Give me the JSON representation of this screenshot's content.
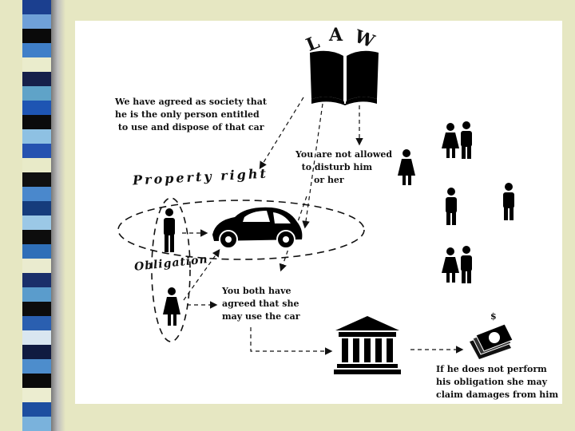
{
  "stripe_colors": [
    "#1b3f8f",
    "#6fa0d8",
    "#0a0a0a",
    "#3f7fc8",
    "#eaeccc",
    "#16204a",
    "#5fa3c8",
    "#1e55b3",
    "#0b0b0b",
    "#8ec1e3",
    "#2552b0",
    "#e8eac8",
    "#101010",
    "#4a88cc",
    "#163c7c",
    "#9bc8e6",
    "#0d0d0d",
    "#2f6fb8",
    "#eaebcf",
    "#1a2f6a",
    "#5a9ccc",
    "#0c0c0c",
    "#2a5fb0",
    "#d9e6f0",
    "#101a40",
    "#4d8dcc",
    "#0a0a0a",
    "#ecedd0",
    "#1d4ea0",
    "#7ab2dc"
  ],
  "diagram": {
    "law_letters": [
      "L",
      "A",
      "W"
    ],
    "society_text": "We have agreed as society that\nhe is the only person entitled\n to use and dispose of that car",
    "property_right_label": "Property  right",
    "obligation_label": "Obligation",
    "not_allowed_text": "You are not allowed\n  to disturb him\n      or her",
    "both_agreed_text": "You both have\nagreed that she\nmay use the car",
    "damages_text": "If he does not perform\nhis obligation she may\nclaim damages from him",
    "money_symbol": "$"
  }
}
